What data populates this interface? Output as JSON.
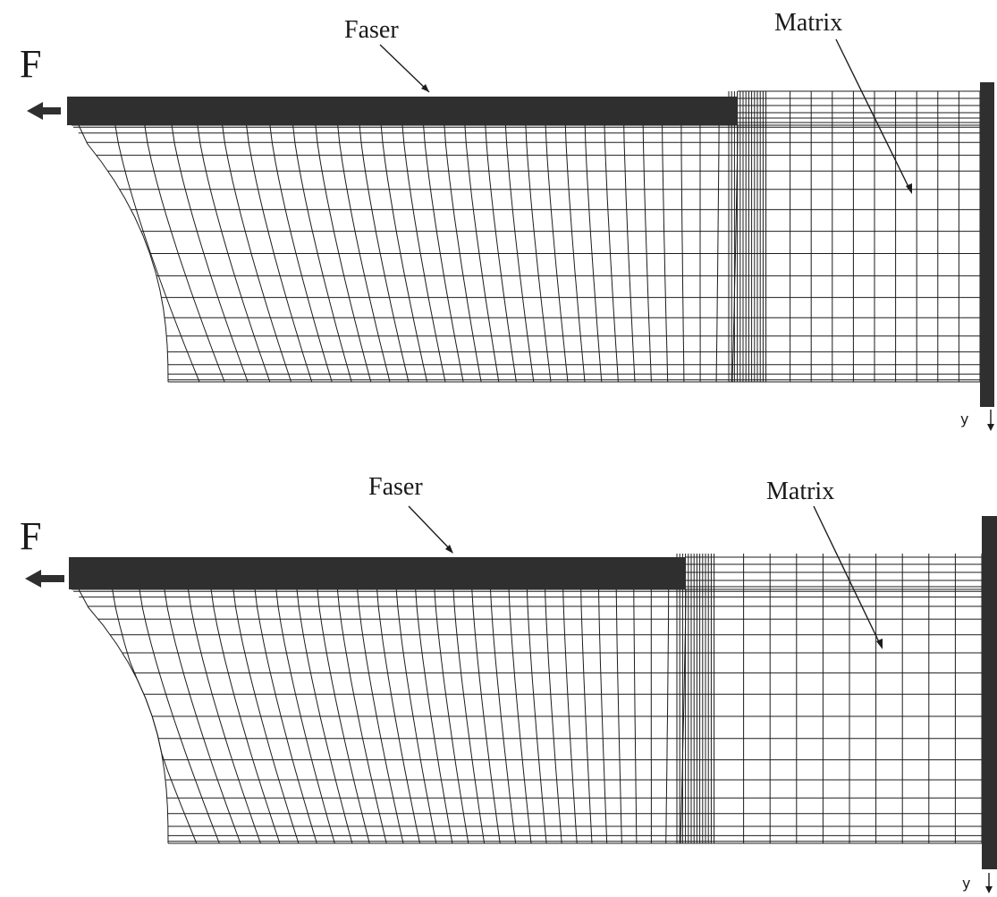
{
  "panels": [
    {
      "id": "top",
      "force_label": "F",
      "fiber_label": "Faser",
      "matrix_label": "Matrix",
      "axis_label": "y"
    },
    {
      "id": "bottom",
      "force_label": "F",
      "fiber_label": "Faser",
      "matrix_label": "Matrix",
      "axis_label": "y"
    }
  ],
  "colors": {
    "ink": "#1c1c1c",
    "fiber": "#2f2f2f",
    "background": "#ffffff"
  }
}
